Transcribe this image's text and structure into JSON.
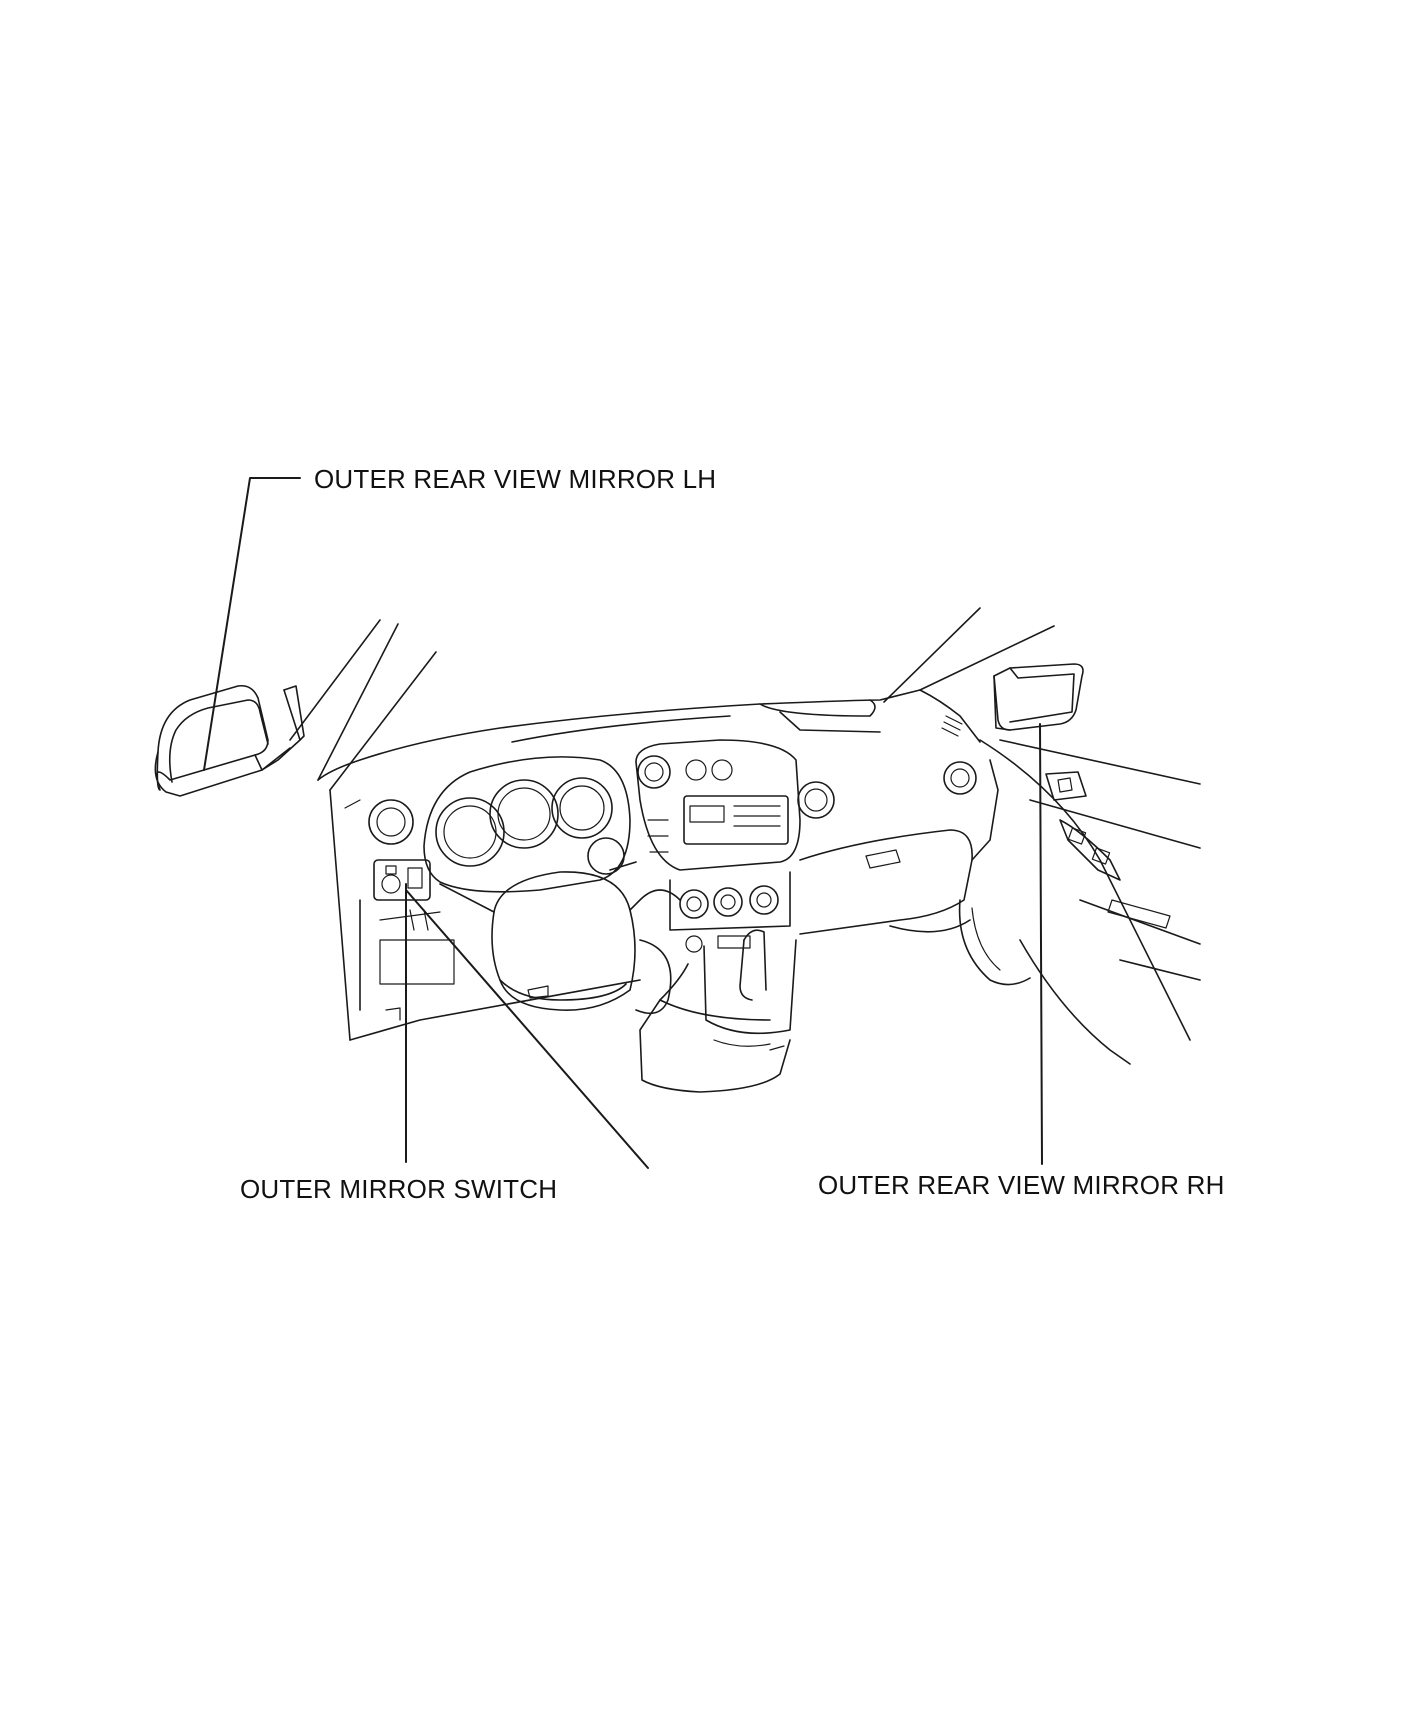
{
  "labels": {
    "mirror_lh": "OUTER REAR VIEW MIRROR  LH",
    "mirror_switch": "OUTER MIRROR SWITCH",
    "mirror_rh": "OUTER REAR VIEW MIRROR  RH"
  },
  "colors": {
    "line": "#1a1a1a",
    "background": "#ffffff"
  }
}
